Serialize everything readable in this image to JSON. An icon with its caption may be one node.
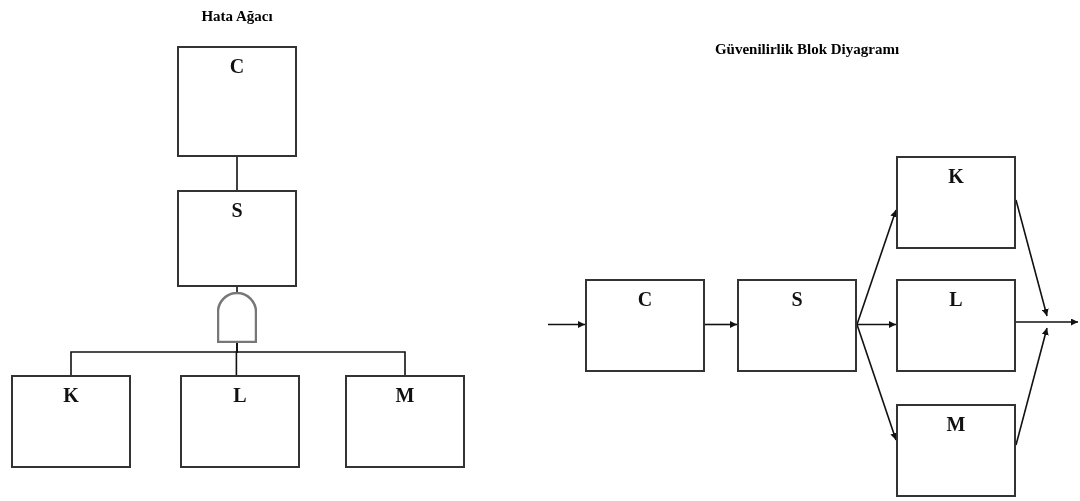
{
  "diagram": {
    "nodes": [
      {
        "text": [
          "C"
        ]
      },
      {
        "text": [
          "S"
        ]
      },
      {
        "text": [],
        "shape": "gate"
      },
      {
        "text": [
          "K"
        ]
      },
      {
        "text": [
          "L"
        ]
      },
      {
        "text": [
          "M"
        ]
      },
      {
        "text": [
          "C"
        ]
      },
      {
        "text": [
          "S"
        ]
      },
      {
        "text": [
          "K"
        ]
      },
      {
        "text": [
          "L"
        ]
      },
      {
        "text": [
          "M"
        ]
      }
    ],
    "edges": [
      {
        "from": 0,
        "to": 1,
        "arrow": "none"
      },
      {
        "from": 1,
        "to": 2,
        "arrow": "none"
      },
      {
        "from": 2,
        "to": 3,
        "arrow": "none"
      },
      {
        "from": 2,
        "to": 4,
        "arrow": "none"
      },
      {
        "from": 2,
        "to": 5,
        "arrow": "none"
      },
      {
        "from": null,
        "to": 6,
        "arrow": "to"
      },
      {
        "from": 6,
        "to": 7,
        "arrow": "to"
      },
      {
        "from": 7,
        "to": 8,
        "arrow": "to"
      },
      {
        "from": 7,
        "to": 9,
        "arrow": "to"
      },
      {
        "from": 7,
        "to": 10,
        "arrow": "to"
      },
      {
        "from": 8,
        "to": null,
        "arrow": "to"
      },
      {
        "from": 9,
        "to": null,
        "arrow": "to"
      },
      {
        "from": 10,
        "to": null,
        "arrow": "to"
      }
    ],
    "labels": [
      "Hata Ağacı",
      "Güvenilirlik Blok Diyagramı"
    ]
  }
}
